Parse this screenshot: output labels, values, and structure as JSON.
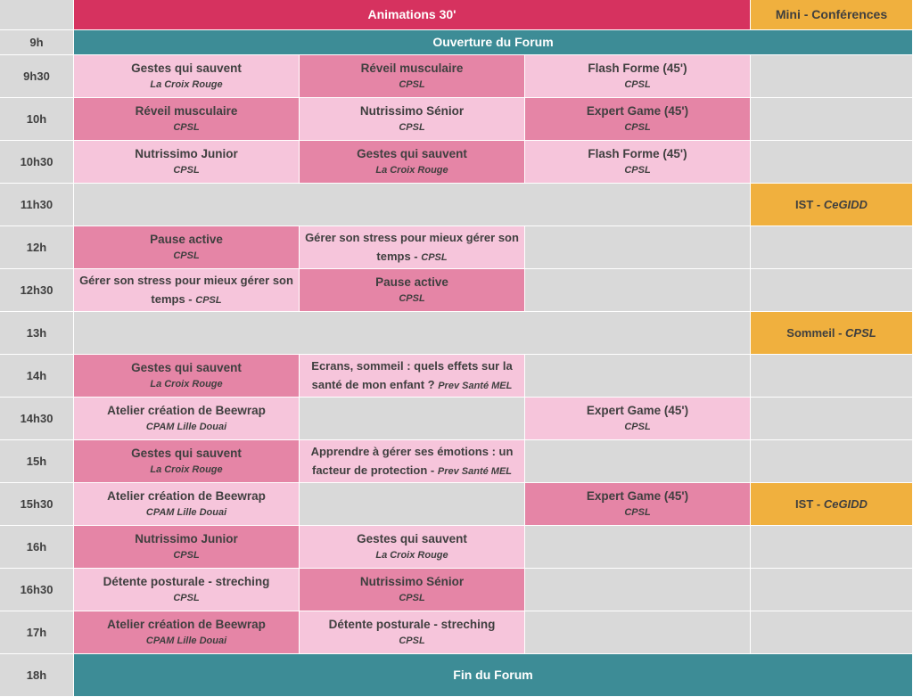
{
  "header": {
    "animations": "Animations 30'",
    "mini": "Mini - Conférences"
  },
  "times": [
    "9h",
    "9h30",
    "10h",
    "10h30",
    "11h30",
    "12h",
    "12h30",
    "13h",
    "14h",
    "14h30",
    "15h",
    "15h30",
    "16h",
    "16h30",
    "17h",
    "18h"
  ],
  "banners": {
    "open": "Ouverture du Forum",
    "close": "Fin du Forum"
  },
  "sessions": {
    "r9h30_c1": {
      "title": "Gestes qui sauvent",
      "org": "La Croix Rouge"
    },
    "r9h30_c2": {
      "title": "Réveil musculaire",
      "org": "CPSL"
    },
    "r9h30_c3": {
      "title": "Flash Forme (45')",
      "org": "CPSL"
    },
    "r10h_c1": {
      "title": "Réveil musculaire",
      "org": "CPSL"
    },
    "r10h_c2": {
      "title": "Nutrissimo Sénior",
      "org": "CPSL"
    },
    "r10h_c3": {
      "title": "Expert Game (45')",
      "org": "CPSL"
    },
    "r10h30_c1": {
      "title": "Nutrissimo Junior",
      "org": "CPSL"
    },
    "r10h30_c2": {
      "title": "Gestes qui sauvent",
      "org": "La Croix Rouge"
    },
    "r10h30_c3": {
      "title": "Flash Forme (45')",
      "org": "CPSL"
    },
    "r12h_c1": {
      "title": "Pause active",
      "org": "CPSL"
    },
    "r12h_c2": {
      "line1": "Gérer son stress pour mieux gérer son",
      "line2": "temps - ",
      "org": "CPSL"
    },
    "r12h30_c1": {
      "line1": "Gérer son stress pour mieux gérer son",
      "line2": "temps - ",
      "org": "CPSL"
    },
    "r12h30_c2": {
      "title": "Pause active",
      "org": "CPSL"
    },
    "r14h_c1": {
      "title": "Gestes qui sauvent",
      "org": "La Croix Rouge"
    },
    "r14h_c2": {
      "line1": "Ecrans, sommeil : quels effets sur la",
      "line2": "santé de mon enfant ?  ",
      "org": "Prev Santé MEL"
    },
    "r14h30_c1": {
      "title": "Atelier création de Beewrap",
      "org": "CPAM Lille Douai"
    },
    "r14h30_c3": {
      "title": "Expert Game (45')",
      "org": "CPSL"
    },
    "r15h_c1": {
      "title": "Gestes qui sauvent",
      "org": "La Croix Rouge"
    },
    "r15h_c2": {
      "line1": "Apprendre à gérer ses émotions : un",
      "line2": "facteur de protection  - ",
      "org": "Prev Santé MEL"
    },
    "r15h30_c1": {
      "title": "Atelier création de Beewrap",
      "org": "CPAM Lille Douai"
    },
    "r15h30_c3": {
      "title": "Expert Game (45')",
      "org": "CPSL"
    },
    "r16h_c1": {
      "title": "Nutrissimo Junior",
      "org": "CPSL"
    },
    "r16h_c2": {
      "title": "Gestes qui sauvent",
      "org": "La Croix Rouge"
    },
    "r16h30_c1": {
      "title": "Détente posturale - streching",
      "org": "CPSL"
    },
    "r16h30_c2": {
      "title": "Nutrissimo Sénior",
      "org": "CPSL"
    },
    "r17h_c1": {
      "title": "Atelier création de Beewrap",
      "org": "CPAM Lille Douai"
    },
    "r17h_c2": {
      "title": "Détente posturale - streching",
      "org": "CPSL"
    }
  },
  "mini": {
    "r11h30": {
      "title": "IST - ",
      "org": "CeGIDD"
    },
    "r13h": {
      "title": "Sommeil - ",
      "org": "CPSL"
    },
    "r15h30": {
      "title": "IST - ",
      "org": "CeGIDD"
    }
  },
  "colors": {
    "header_animations": "#d6325f",
    "header_mini": "#f0b03e",
    "banner": "#3d8c96",
    "session_light": "#f6c5db",
    "session_dark": "#e585a6",
    "empty": "#d9d9d9"
  }
}
